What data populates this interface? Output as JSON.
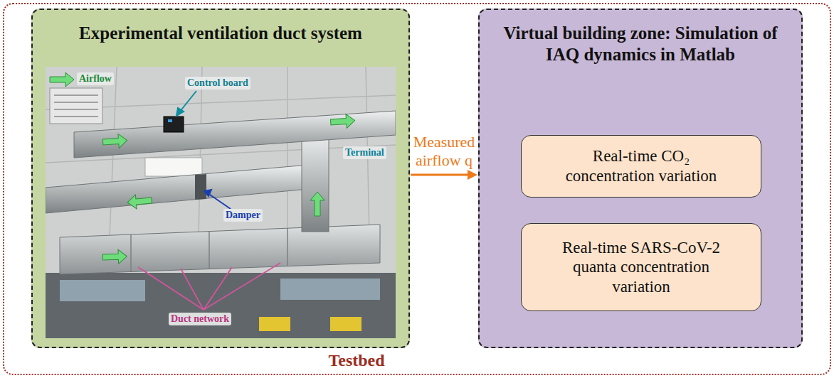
{
  "diagram": {
    "nodes": [
      {
        "text": [
          "Testbed"
        ]
      },
      {
        "text": [
          "Experimental ventilation duct system"
        ],
        "in": 0
      },
      {
        "text": [
          "Virtual building zone: Simulation of IAQ dynamics in Matlab"
        ],
        "in": 0
      },
      {
        "text": [
          "Real-time CO₂ concentration variation"
        ],
        "in": 2
      },
      {
        "text": [
          "Real-time SARS-CoV-2 quanta concentration variation"
        ],
        "in": 2
      }
    ],
    "edges": [
      {
        "from": 1,
        "to": 2,
        "arrow": "to",
        "label": "Measured airflow q"
      }
    ],
    "labels": [
      "Airflow",
      "Control board",
      "Terminal",
      "Damper",
      "Duct network"
    ]
  }
}
